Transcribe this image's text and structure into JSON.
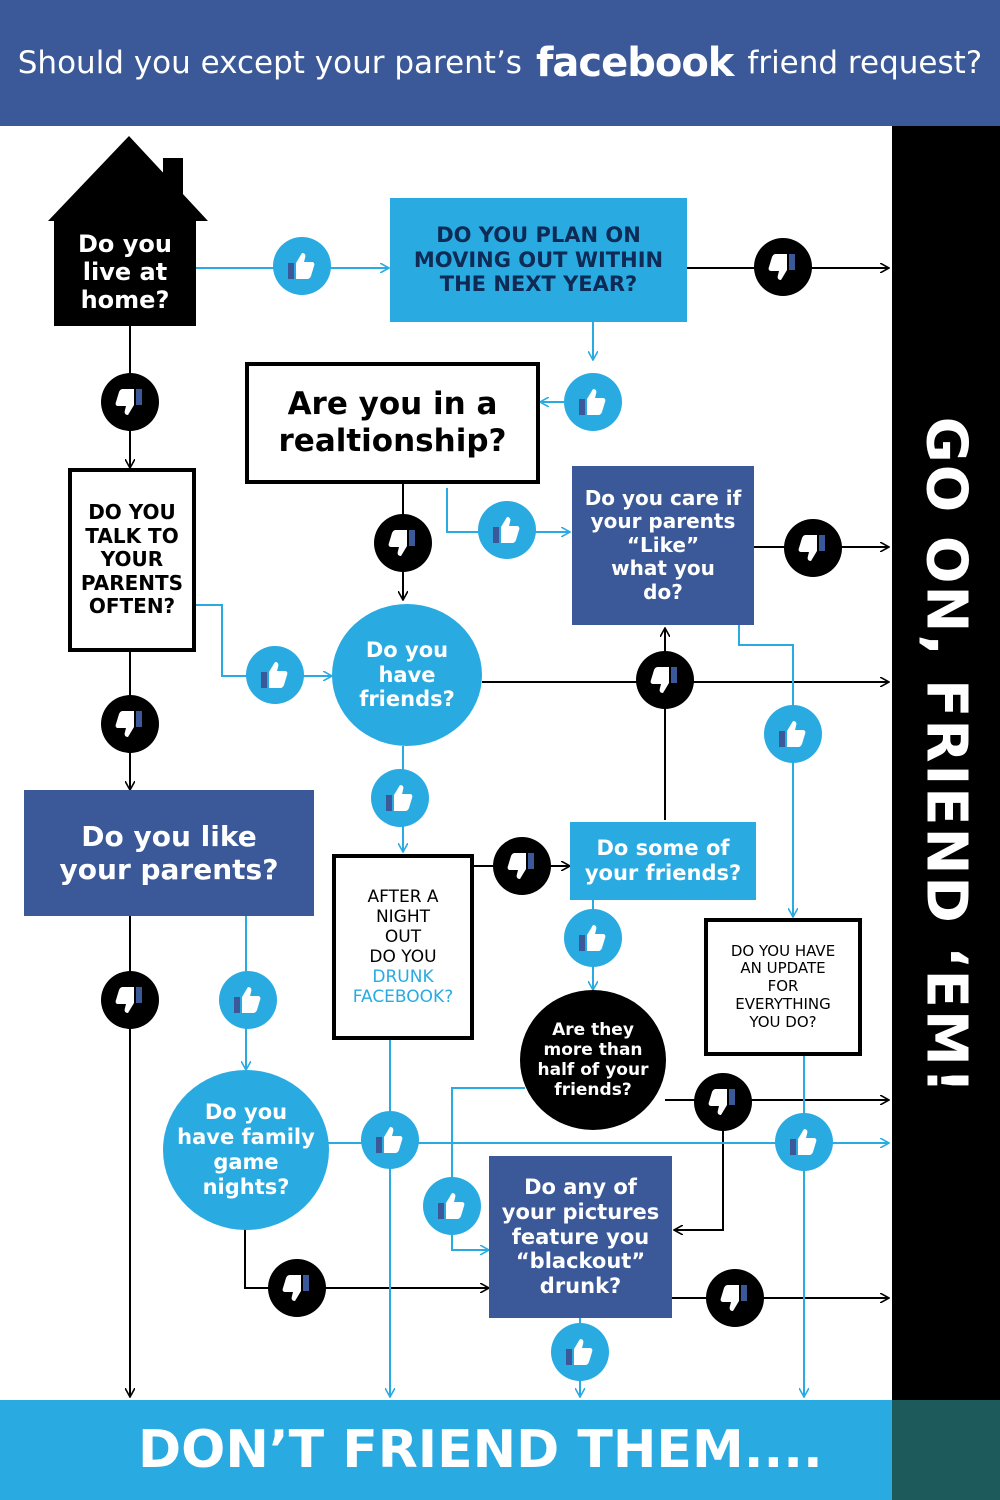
{
  "header": {
    "title_before": "Should you except your parent’s",
    "title_brand": "facebook",
    "title_after": "friend request?"
  },
  "outcomes": {
    "yes": "GO ON, FRIEND ‘EM!",
    "no": "DON’T FRIEND THEM...."
  },
  "questions": {
    "live_at_home": "Do you\nlive at\nhome?",
    "moving_out": "DO YOU PLAN ON\nMOVING OUT WITHIN\nTHE NEXT YEAR?",
    "relationship": "Are you in a\nrealtionship?",
    "talk_parents": "DO YOU\nTALK TO\nYOUR\nPARENTS\nOFTEN?",
    "care_like": "Do you care if\nyour parents\n“Like”\nwhat you\ndo?",
    "have_friends": "Do you\nhave\nfriends?",
    "like_parents": "Do you like\nyour parents?",
    "drunk_fb_lines": [
      "AFTER A",
      "NIGHT",
      "OUT",
      "DO YOU"
    ],
    "drunk_fb_highlight": [
      "DRUNK",
      "FACEBOOK?"
    ],
    "some_friends": "Do some of\nyour friends?",
    "update_everything": "DO YOU HAVE\nAN UPDATE\nFOR\nEVERYTHING\nYOU DO?",
    "more_than_half": "Are they\nmore than\nhalf of your\nfriends?",
    "game_nights": "Do you\nhave family\ngame\nnights?",
    "blackout": "Do any of\nyour pictures\nfeature you\n“blackout”\ndrunk?"
  },
  "colors": {
    "dark_blue": "#3b5998",
    "light_blue": "#29abe2",
    "black": "#000000",
    "white": "#ffffff"
  },
  "icons": {
    "yes": "thumbs-up-icon",
    "no": "thumbs-down-icon"
  }
}
